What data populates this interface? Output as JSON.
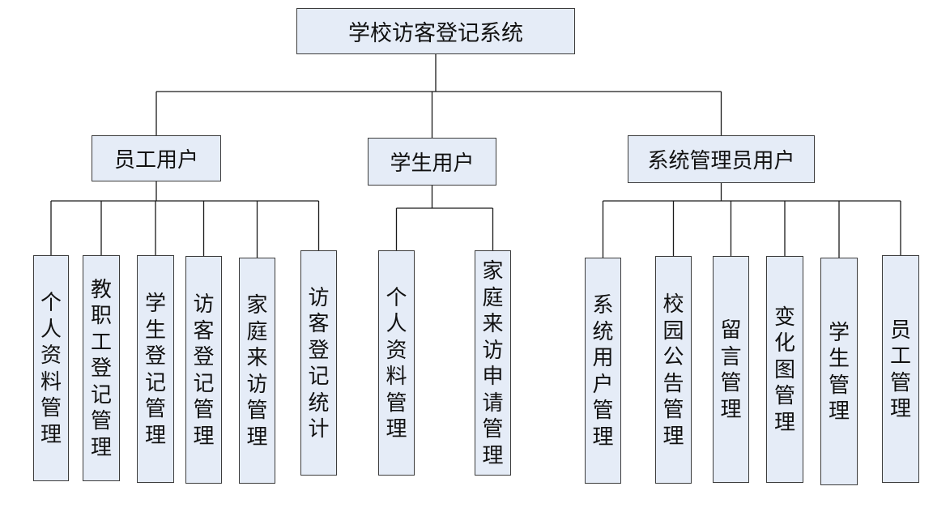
{
  "root": {
    "label": "学校访客登记系统"
  },
  "branches": [
    {
      "label": "员工用户",
      "children": [
        "个人资料管理",
        "教职工登记管理",
        "学生登记管理",
        "访客登记管理",
        "家庭来访管理",
        "访客登记统计"
      ]
    },
    {
      "label": "学生用户",
      "children": [
        "个人资料管理",
        "家庭来访申请管理"
      ]
    },
    {
      "label": "系统管理员用户",
      "children": [
        "系统用户管理",
        "校园公告管理",
        "留言管理",
        "变化图管理",
        "学生管理",
        "员工管理"
      ]
    }
  ]
}
